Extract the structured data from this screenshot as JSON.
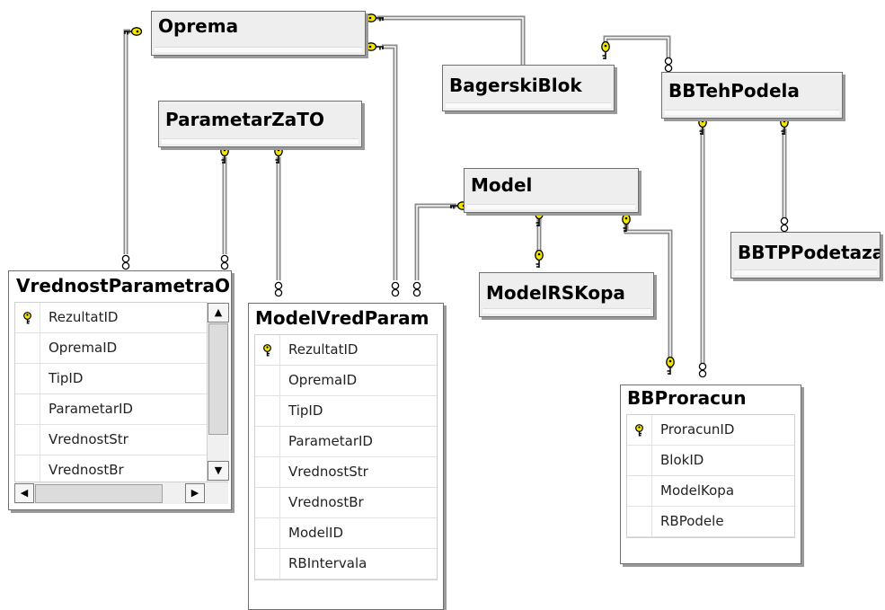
{
  "tables": {
    "oprema": {
      "title": "Oprema"
    },
    "bagerski_blok": {
      "title": "BagerskiBlok"
    },
    "bb_teh_podela": {
      "title": "BBTehPodela"
    },
    "parametar_za_to": {
      "title": "ParametarZaTO"
    },
    "model": {
      "title": "Model"
    },
    "bbtp_podetaza": {
      "title": "BBTPPodetaza"
    },
    "model_rs_kopa": {
      "title": "ModelRSKopa"
    },
    "vrednost_parametra_o": {
      "title": "VrednostParametraO",
      "columns": [
        "RezultatID",
        "OpremaID",
        "TipID",
        "ParametarID",
        "VrednostStr",
        "VrednostBr"
      ],
      "key_columns": [
        0
      ]
    },
    "model_vred_param": {
      "title": "ModelVredParam",
      "columns": [
        "RezultatID",
        "OpremaID",
        "TipID",
        "ParametarID",
        "VrednostStr",
        "VrednostBr",
        "ModelID",
        "RBIntervala"
      ],
      "key_columns": [
        0
      ]
    },
    "bb_proracun": {
      "title": "BBProracun",
      "columns": [
        "ProracunID",
        "BlokID",
        "ModelKopa",
        "RBPodele"
      ],
      "key_columns": [
        0
      ]
    }
  },
  "colors": {
    "key_yellow": "#f2e600",
    "line_gray": "#7f7f7f",
    "border": "#6f6f6f"
  },
  "icons": {
    "primary_key": "key-icon",
    "relationship_many": "infinity-icon",
    "scroll_up": "▲",
    "scroll_down": "▼",
    "scroll_left": "◀",
    "scroll_right": "▶"
  }
}
